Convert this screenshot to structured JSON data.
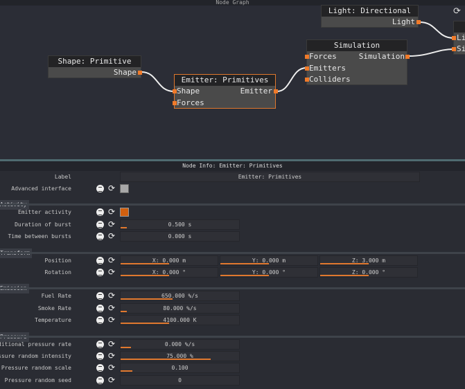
{
  "graph": {
    "title": "Node Graph",
    "nodes": {
      "light": {
        "title": "Light: Directional",
        "out": "Light"
      },
      "partial": {
        "in1": "Li",
        "in2": "Si"
      },
      "simulation": {
        "title": "Simulation",
        "in1": "Forces",
        "in2": "Emitters",
        "in3": "Colliders",
        "out": "Simulation"
      },
      "shape": {
        "title": "Shape: Primitive",
        "out": "Shape"
      },
      "emitter": {
        "title": "Emitter: Primitives",
        "in1": "Shape",
        "in2": "Forces",
        "out": "Emitter"
      }
    }
  },
  "info": {
    "title": "Node Info: Emitter: Primitives",
    "label": {
      "name": "Label",
      "value": "Emitter: Primitives"
    },
    "rows": [
      {
        "type": "check",
        "label": "Advanced interface",
        "on": false
      },
      {
        "type": "section",
        "label": "Activity"
      },
      {
        "type": "check",
        "label": "Emitter activity",
        "on": true
      },
      {
        "type": "num",
        "label": "Duration of burst",
        "value": "0.500 s",
        "fill": 0.05
      },
      {
        "type": "num",
        "label": "Time between bursts",
        "value": "0.000 s",
        "fill": 0
      },
      {
        "type": "section",
        "label": "Transform"
      },
      {
        "type": "vec",
        "label": "Position",
        "values": [
          "X: 0.000 m",
          "Y: 0.000 m",
          "Z: 3.000 m"
        ],
        "fills": [
          0.5,
          0.5,
          0.5
        ]
      },
      {
        "type": "vec",
        "label": "Rotation",
        "values": [
          "X: 0.000 °",
          "Y: 0.000 °",
          "Z: 0.000 °"
        ],
        "fills": [
          0.5,
          0.5,
          0.5
        ]
      },
      {
        "type": "section",
        "label": "Emission"
      },
      {
        "type": "num",
        "label": "Fuel Rate",
        "value": "650.000 %/s",
        "fill": 0.44
      },
      {
        "type": "num",
        "label": "Smoke Rate",
        "value": "80.000 %/s",
        "fill": 0.05
      },
      {
        "type": "num",
        "label": "Temperature",
        "value": "4100.000 K",
        "fill": 0.41
      },
      {
        "type": "section",
        "label": "Pressure"
      },
      {
        "type": "num",
        "label": "Additional pressure rate",
        "value": "0.000 %/s",
        "fill": 0.09
      },
      {
        "type": "num",
        "label": "Pressure random intensity",
        "value": "75.000 %",
        "fill": 0.76
      },
      {
        "type": "num",
        "label": "Pressure random scale",
        "value": "0.100",
        "fill": 0.1
      },
      {
        "type": "num",
        "label": "Pressure random seed",
        "value": "0",
        "fill": 0
      }
    ]
  },
  "colors": {
    "accent": "#e0782e"
  }
}
